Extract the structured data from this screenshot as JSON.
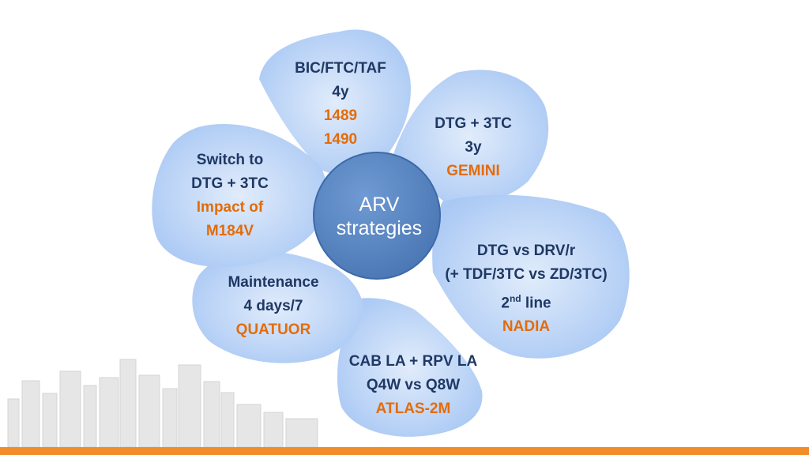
{
  "colors": {
    "petal_fill": "#a9c8f4",
    "petal_fill_light": "#e1ecfb",
    "center_fill": "#5b87c3",
    "text_dark": "#1f3864",
    "accent": "#e36c09",
    "bottom_bar": "#f28c28",
    "skyline": "#d9d9d9"
  },
  "center": {
    "line1": "ARV",
    "line2": "strategies"
  },
  "petals": [
    {
      "id": "top",
      "lines": [
        "BIC/FTC/TAF",
        "4y"
      ],
      "highlight": [
        "1489",
        "1490"
      ]
    },
    {
      "id": "upper-right",
      "lines": [
        "DTG + 3TC",
        "3y"
      ],
      "highlight": [
        "GEMINI"
      ]
    },
    {
      "id": "right",
      "lines": [
        "DTG vs DRV/r",
        "(+ TDF/3TC vs ZD/3TC)"
      ],
      "line3_main": "2",
      "line3_sup": "nd",
      "line3_rest": " line",
      "highlight": [
        "NADIA"
      ]
    },
    {
      "id": "bottom",
      "lines": [
        "CAB LA + RPV LA",
        "Q4W vs Q8W"
      ],
      "highlight": [
        "ATLAS-2M"
      ]
    },
    {
      "id": "lower-left",
      "lines": [
        "Maintenance",
        "4 days/7"
      ],
      "highlight": [
        "QUATUOR"
      ]
    },
    {
      "id": "left",
      "lines": [
        "Switch to",
        "DTG + 3TC"
      ],
      "highlight": [
        "Impact of",
        "M184V"
      ]
    }
  ]
}
